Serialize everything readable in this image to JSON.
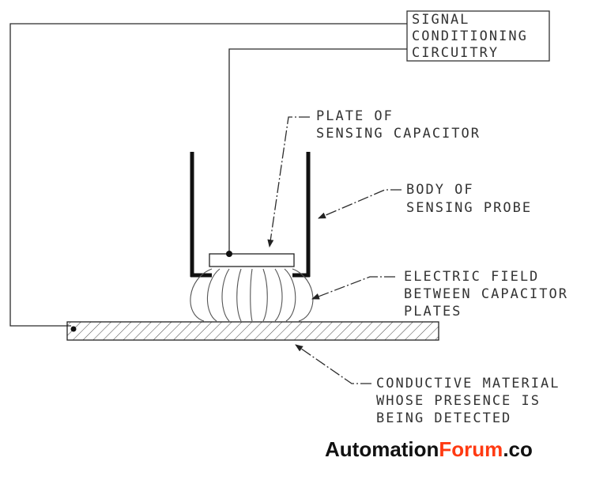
{
  "labels": {
    "signal_conditioning": [
      "SIGNAL",
      "CONDITIONING",
      "CIRCUITRY"
    ],
    "plate": [
      "PLATE OF",
      "SENSING CAPACITOR"
    ],
    "body": [
      "BODY OF",
      "SENSING PROBE"
    ],
    "field": [
      "ELECTRIC FIELD",
      "BETWEEN CAPACITOR",
      "PLATES"
    ],
    "conductive": [
      "CONDUCTIVE MATERIAL",
      "WHOSE PRESENCE IS",
      "BEING DETECTED"
    ]
  },
  "brand": {
    "part1": "Automation",
    "part2": "Forum",
    "part3": ".co",
    "colors": {
      "dark": "#111111",
      "accent": "#ff3a12"
    }
  }
}
